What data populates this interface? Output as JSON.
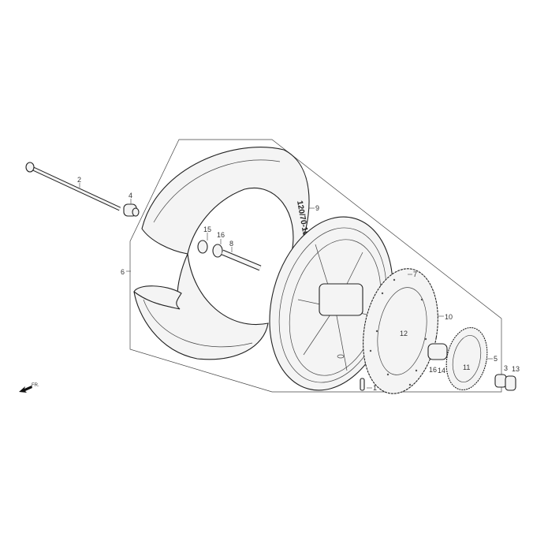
{
  "diagram": {
    "tire_marking": "120/70-15",
    "direction_label": "FR.",
    "callouts": [
      {
        "id": "axle",
        "label": "2"
      },
      {
        "id": "collar-left",
        "label": "4"
      },
      {
        "id": "dust-seal",
        "label": "15"
      },
      {
        "id": "bearing-left",
        "label": "16"
      },
      {
        "id": "distance-collar",
        "label": "8"
      },
      {
        "id": "tire",
        "label": "9"
      },
      {
        "id": "tire-tube",
        "label": "6"
      },
      {
        "id": "wheel-rim",
        "label": "7"
      },
      {
        "id": "brake-disc",
        "label": "10"
      },
      {
        "id": "disc-bolts",
        "label": "12"
      },
      {
        "id": "bearing-right",
        "label": "16"
      },
      {
        "id": "oil-seal",
        "label": "14"
      },
      {
        "id": "pulser-bolts",
        "label": "11"
      },
      {
        "id": "pulser-ring",
        "label": "5"
      },
      {
        "id": "collar-right",
        "label": "3"
      },
      {
        "id": "axle-nut",
        "label": "13"
      },
      {
        "id": "valve",
        "label": "1"
      }
    ]
  }
}
